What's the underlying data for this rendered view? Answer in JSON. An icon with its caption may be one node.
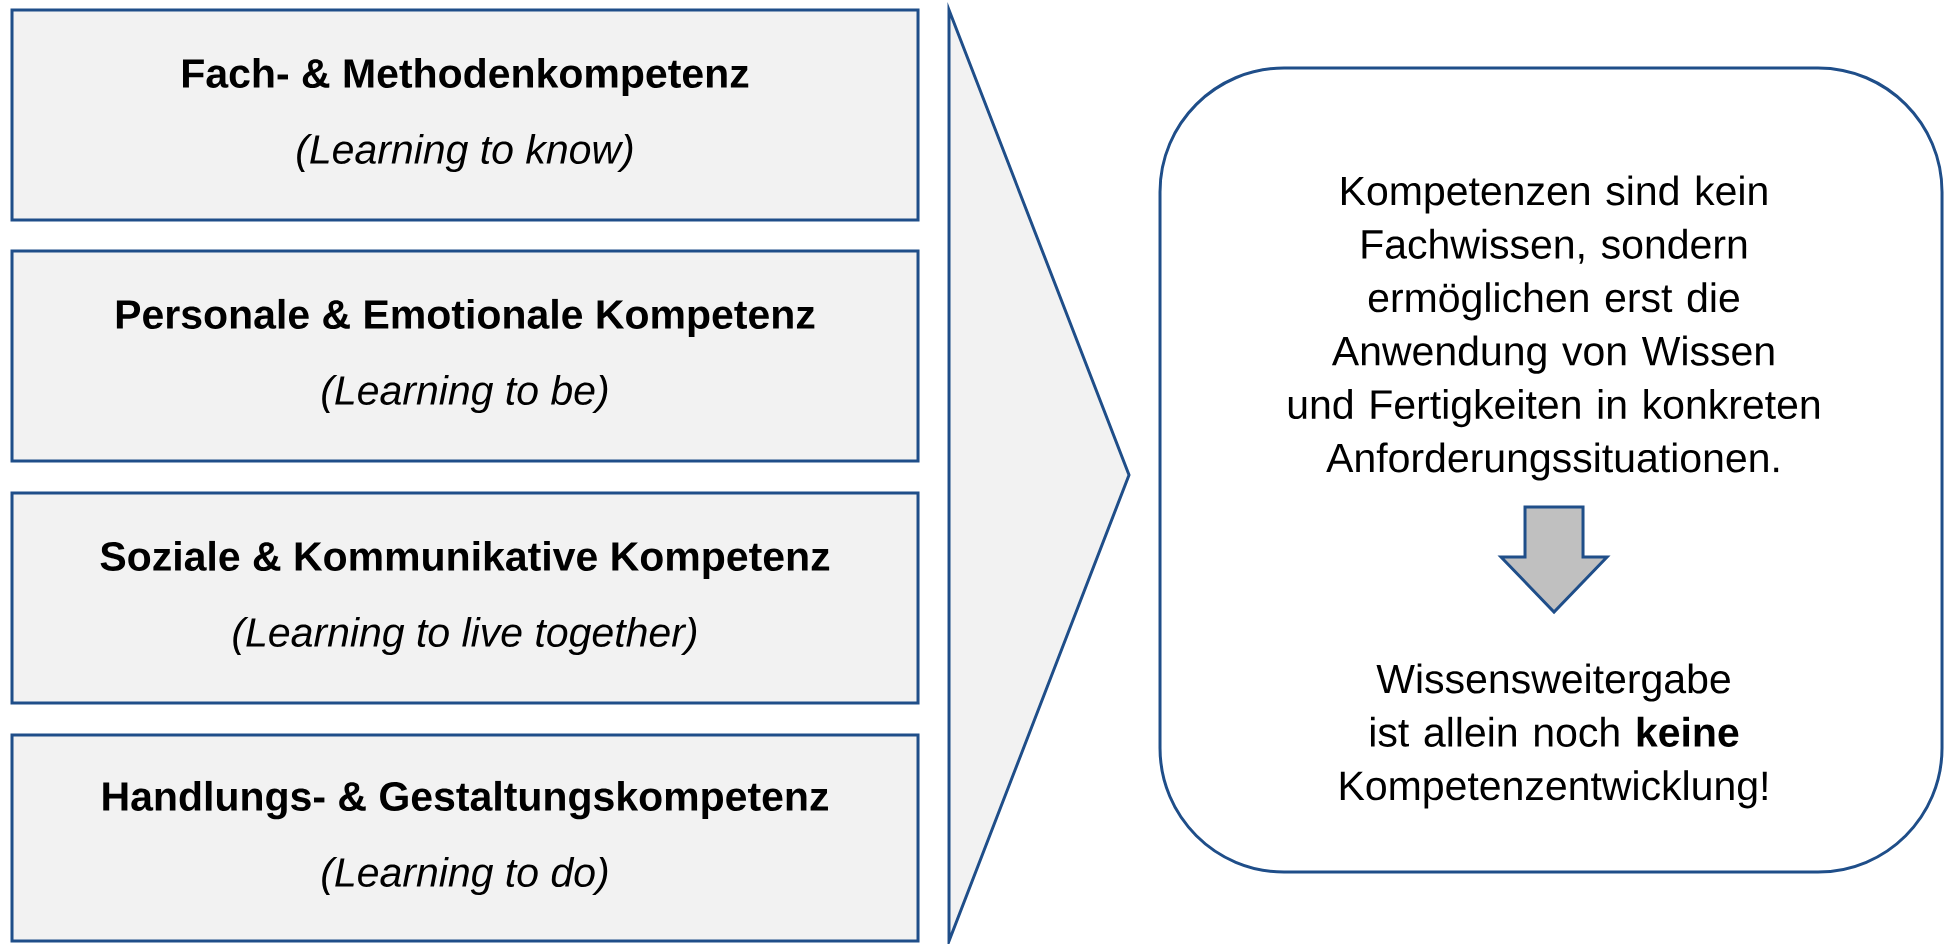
{
  "diagram": {
    "nodes": [
      {
        "text": [
          "Fach- & Methodenkompetenz",
          "(Learning to know)"
        ]
      },
      {
        "text": [
          "Personale & Emotionale Kompetenz",
          "(Learning to be)"
        ]
      },
      {
        "text": [
          "Soziale & Kommunikative Kompetenz",
          "(Learning to live together)"
        ]
      },
      {
        "text": [
          "Handlungs- & Gestaltungskompetenz",
          "(Learning to do)"
        ]
      },
      {
        "text": [],
        "shape": "triangle"
      },
      {
        "text": [],
        "shape": "box"
      },
      {
        "text": [
          "Kompetenzen sind kein Fachwissen, sondern ermöglichen erst die Anwendung von Wissen und Fertigkeiten in konkreten Anforderungssituationen."
        ],
        "in": 5
      },
      {
        "text": [
          "Wissensweitergabe ist allein noch **keine** Kompetenzentwicklung!"
        ],
        "in": 5
      }
    ],
    "edges": [
      {
        "from": 6,
        "to": 7,
        "arrow": "to"
      }
    ]
  }
}
